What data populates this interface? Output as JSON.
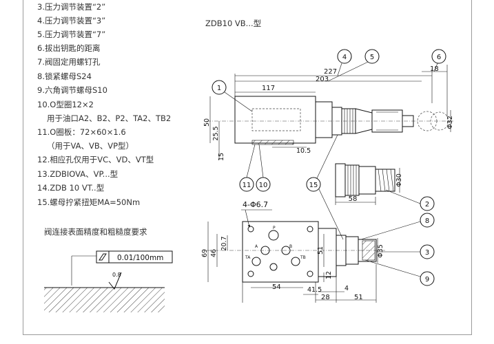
{
  "legend_items": [
    "3.压力调节装置“2”",
    "4.压力调节装置“3”",
    "5.压力调节装置“7”",
    "6.拔出钥匙的距离",
    "7.阀固定用螺钉孔",
    "8.锁紧螺母S24",
    "9.六角调节螺母S10",
    "10.O型圈12×2",
    "用于油口A2、B2、P2、TA2、TB2",
    "11.O圈板：72×60×1.6",
    "（用于VA、VB、VP型）",
    "12.相应孔仅用于VC、VD、VT型",
    "13.ZDBIOVA、VP...型",
    "14.ZDB 10 VT..型",
    "15.螺母拧紧扭矩MA=50Nm"
  ],
  "surface_note": "阀连接表面精度和粗糙度要求",
  "flatness_value": "0.01/100mm",
  "roughness_value": "0.8",
  "model_title": "ZDB10 VB...型",
  "dimensions": {
    "d227": "227",
    "d203": "203",
    "d18": "18",
    "d117": "117",
    "d50": "50",
    "d25_5": "25.5",
    "d15": "15",
    "d10_5": "10.5",
    "phi32": "Φ32",
    "phi30": "Φ30",
    "d58": "58",
    "holes": "4-Φ6.7",
    "d69": "69",
    "d46": "46",
    "d20_7": "20.7",
    "d51": "51",
    "d12": "12",
    "phi35": "Φ35",
    "d54": "54",
    "d41_5": "41.5",
    "d4": "4",
    "d28": "28",
    "d51b": "51"
  },
  "balloons": [
    "1",
    "4",
    "5",
    "6",
    "11",
    "10",
    "15",
    "2",
    "8",
    "3",
    "9"
  ],
  "port_labels": {
    "P": "P",
    "A": "A",
    "B": "B",
    "TA": "TA",
    "TB": "TB"
  }
}
